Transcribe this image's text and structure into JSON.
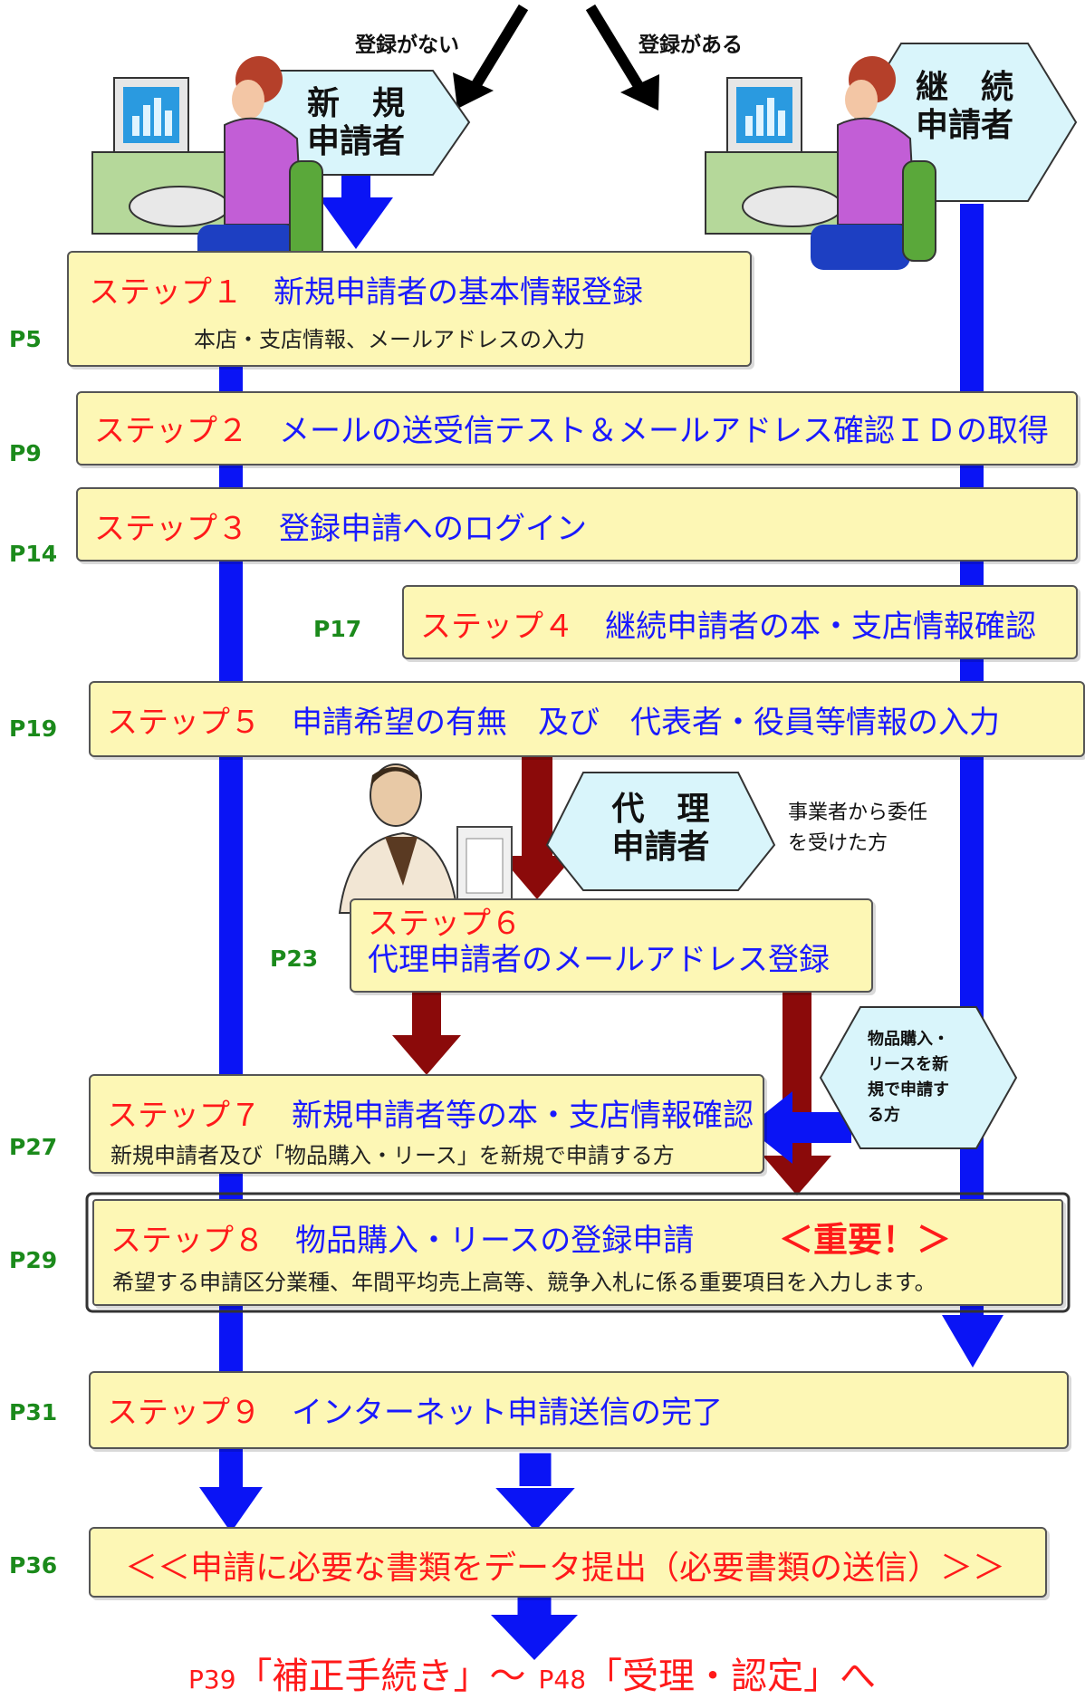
{
  "arrows_top": {
    "left_label": "登録がない",
    "right_label": "登録がある"
  },
  "actors": {
    "new_applicant": {
      "line1": "新　規",
      "line2": "申請者"
    },
    "continuing_applicant": {
      "line1": "継　続",
      "line2": "申請者"
    },
    "proxy_applicant": {
      "line1": "代　理",
      "line2": "申請者",
      "note_line1": "事業者から委任",
      "note_line2": "を受けた方"
    },
    "buppin_new": {
      "line1": "物品購入・",
      "line2": "リースを新",
      "line3": "規で申請す",
      "line4": "る方"
    }
  },
  "steps": [
    {
      "page": "P5",
      "num": "ステップ１",
      "title": "新規申請者の基本情報登録",
      "sub": "本店・支店情報、メールアドレスの入力"
    },
    {
      "page": "P9",
      "num": "ステップ２",
      "title": "メールの送受信テスト＆メールアドレス確認ＩＤの取得",
      "sub": ""
    },
    {
      "page": "P14",
      "num": "ステップ３",
      "title": "登録申請へのログイン",
      "sub": ""
    },
    {
      "page": "P17",
      "num": "ステップ４",
      "title": "継続申請者の本・支店情報確認",
      "sub": ""
    },
    {
      "page": "P19",
      "num": "ステップ５",
      "title": "申請希望の有無　及び　代表者・役員等情報の入力",
      "sub": ""
    },
    {
      "page": "P23",
      "num": "ステップ６",
      "title": "代理申請者のメールアドレス登録",
      "sub": ""
    },
    {
      "page": "P27",
      "num": "ステップ７",
      "title": "新規申請者等の本・支店情報確認",
      "sub": "新規申請者及び「物品購入・リース」を新規で申請する方"
    },
    {
      "page": "P29",
      "num": "ステップ８",
      "title": "物品購入・リースの登録申請",
      "important": "＜重要！＞",
      "sub": "希望する申請区分業種、年間平均売上高等、競争入札に係る重要項目を入力します。"
    },
    {
      "page": "P31",
      "num": "ステップ９",
      "title": "インターネット申請送信の完了",
      "sub": ""
    }
  ],
  "submit_docs": {
    "page": "P36",
    "text": "＜＜申請に必要な書類をデータ提出（必要書類の送信）＞＞"
  },
  "final": {
    "page1": "P39",
    "text1": "「補正手続き」～",
    "page2": "P48",
    "text2": "「受理・認定」へ"
  },
  "colors": {
    "blue": "#0a14f5",
    "darkred": "#8b0a0a",
    "box_fill": "#fdf7b5",
    "red_text": "#ff1a1a",
    "blue_text": "#1a1aff",
    "page_green": "#1b8a1b",
    "hex_fill": "#d9f5fb"
  },
  "icons": [
    "woman-computer-icon",
    "man-computer-icon"
  ]
}
